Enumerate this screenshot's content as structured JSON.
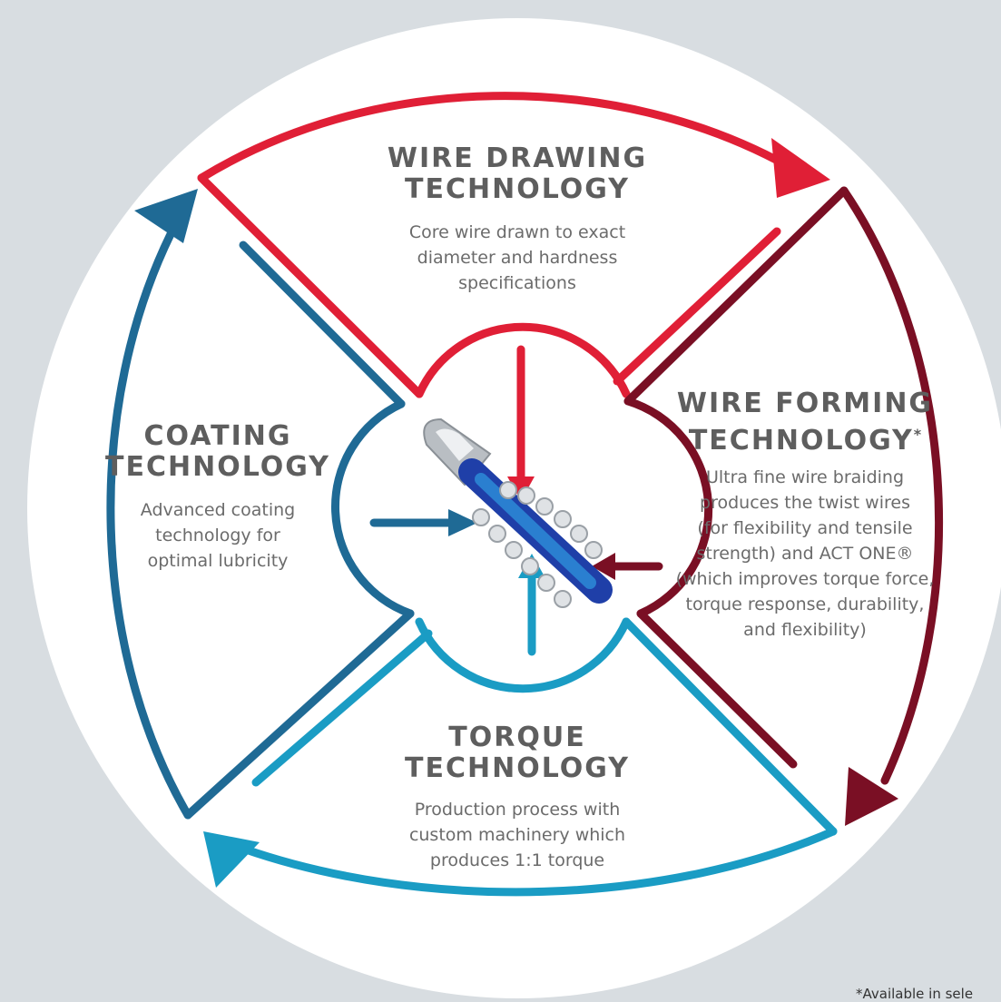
{
  "colors": {
    "background": "#d8dde1",
    "red": "#e01f36",
    "maroon": "#7a0f24",
    "light_blue": "#1a9cc4",
    "dark_blue": "#1f6a95",
    "circle": "#ffffff"
  },
  "center_image": "guidewire-tip-icon",
  "sections": {
    "wire_drawing": {
      "title_line1": "WIRE DRAWING",
      "title_line2": "TECHNOLOGY",
      "desc_line1": "Core wire drawn to exact",
      "desc_line2": "diameter and hardness",
      "desc_line3": "specifications"
    },
    "wire_forming": {
      "title_line1": "WIRE FORMING",
      "title_line2": "TECHNOLOGY",
      "title_mark": "*",
      "desc_line1": "Ultra fine wire braiding",
      "desc_line2": "produces the twist wires",
      "desc_line3": "(for flexibility and tensile",
      "desc_line4": "strength) and ACT ONE®",
      "desc_line5": "(which improves torque force,",
      "desc_line6": "torque response, durability,",
      "desc_line7": "and flexibility)"
    },
    "torque": {
      "title_line1": "TORQUE",
      "title_line2": "TECHNOLOGY",
      "desc_line1": "Production process with",
      "desc_line2": "custom machinery which",
      "desc_line3": "produces 1:1 torque"
    },
    "coating": {
      "title_line1": "COATING",
      "title_line2": "TECHNOLOGY",
      "desc_line1": "Advanced coating",
      "desc_line2": "technology for",
      "desc_line3": "optimal lubricity"
    }
  },
  "footnote": "*Available in sele"
}
